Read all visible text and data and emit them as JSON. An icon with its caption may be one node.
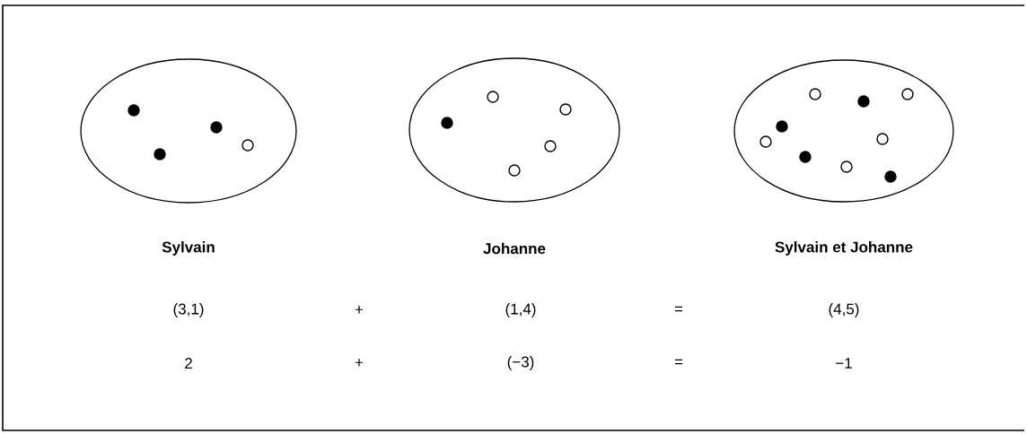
{
  "diagram": {
    "nodes": [
      {
        "text": [
          "Sylvain"
        ]
      },
      {
        "text": [
          "Johanne"
        ]
      },
      {
        "text": [
          "Sylvain et Johanne"
        ]
      }
    ],
    "labels": [
      "(3,1)",
      "+",
      "(1,4)",
      "=",
      "(4,5)",
      "2",
      "+",
      "(−3)",
      "=",
      "−1"
    ]
  }
}
